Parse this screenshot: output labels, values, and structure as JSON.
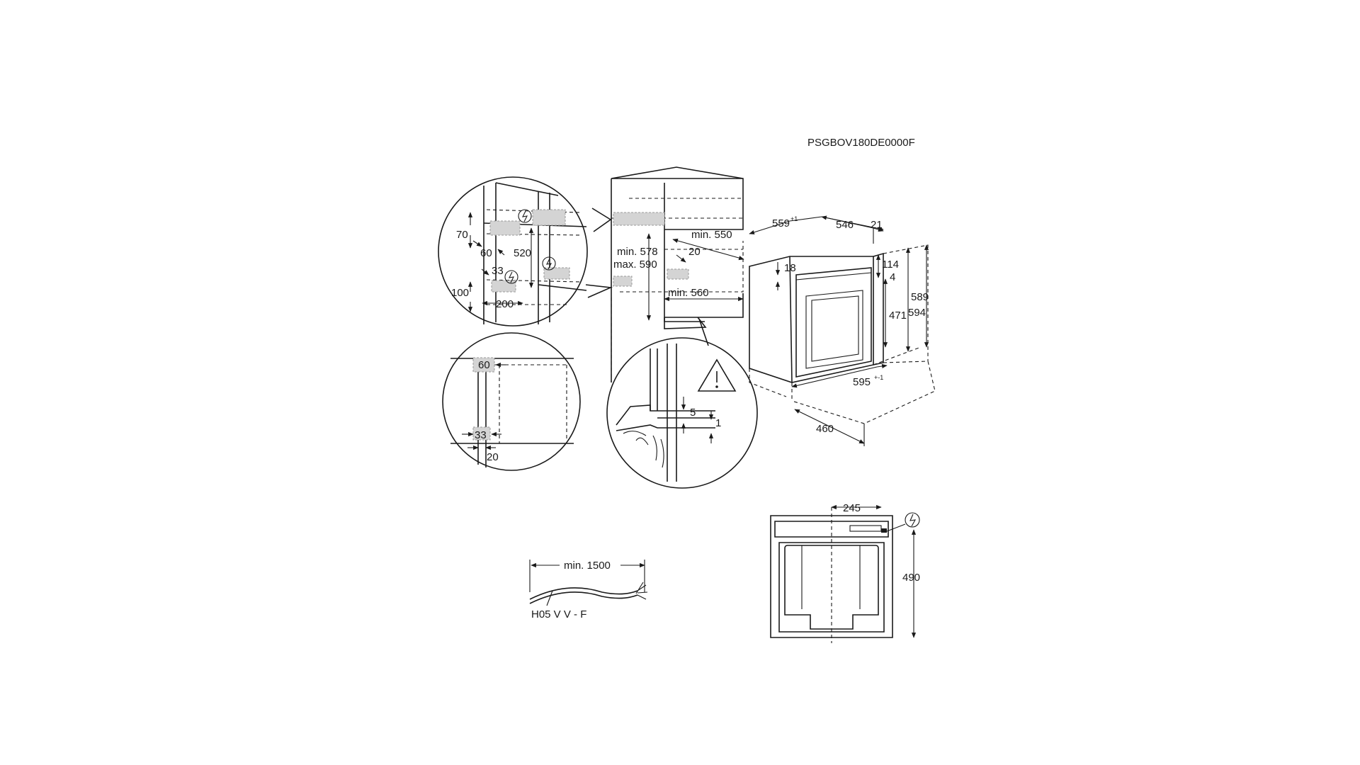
{
  "model_code": "PSGBOV180DE0000F",
  "niche_side": {
    "min_height": "min. 578",
    "max_height": "max. 590",
    "min_depth": "min. 550",
    "gap": "20",
    "min_width": "min. 560"
  },
  "detail_top": {
    "d70": "70",
    "d60": "60",
    "d520": "520",
    "d33": "33",
    "d100": "100",
    "d200": "200"
  },
  "detail_left": {
    "d60": "60",
    "d33": "33",
    "d20": "20"
  },
  "detail_bottom": {
    "d5": "5",
    "d1": "1"
  },
  "oven": {
    "depth_total": "559",
    "depth_total_sup": "+1",
    "depth_body": "546",
    "front": "21",
    "d18": "18",
    "d114": "114",
    "d4": "4",
    "d471": "471",
    "d589": "589",
    "d594": "594",
    "width": "595",
    "width_sup": "+-1",
    "d460": "460"
  },
  "cable": {
    "length": "min. 1500",
    "type": "H05 V V - F"
  },
  "back_view": {
    "d245": "245",
    "d490": "490"
  },
  "icons": [
    "electric-warning-icon",
    "warning-triangle-icon"
  ]
}
